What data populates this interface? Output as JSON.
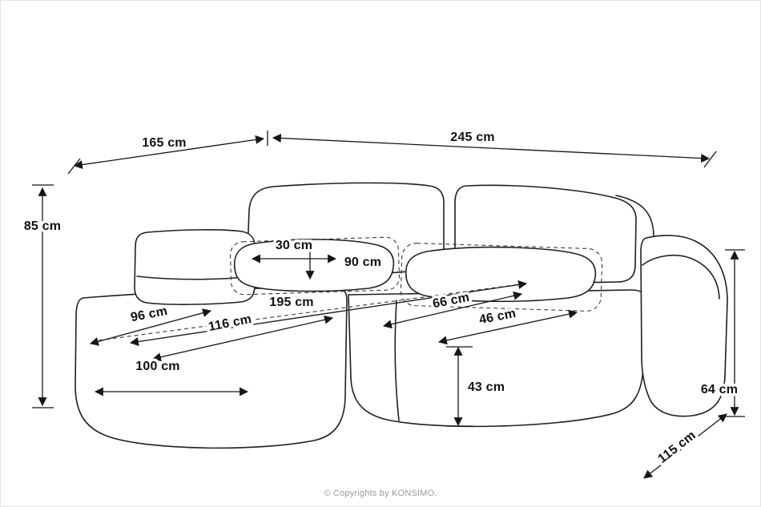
{
  "page": {
    "copyright": "© Copyrights by KONSIMO."
  },
  "labels": {
    "back_width_left": "165 cm",
    "back_width_right": "245 cm",
    "total_height": "85 cm",
    "pillow_height": "30 cm",
    "pillow_width": "90 cm",
    "sleeping_length": "195 cm",
    "chaise_seat_width": "96 cm",
    "sleeping_width": "116 cm",
    "seat_width": "66 cm",
    "seat_depth": "46 cm",
    "chaise_length": "100 cm",
    "seat_height": "43 cm",
    "armrest_height": "64 cm",
    "total_depth": "115 cm"
  },
  "colors": {
    "line": "#1f1f1f",
    "label_text": "#111111",
    "muted_text": "#9b9b9b"
  }
}
